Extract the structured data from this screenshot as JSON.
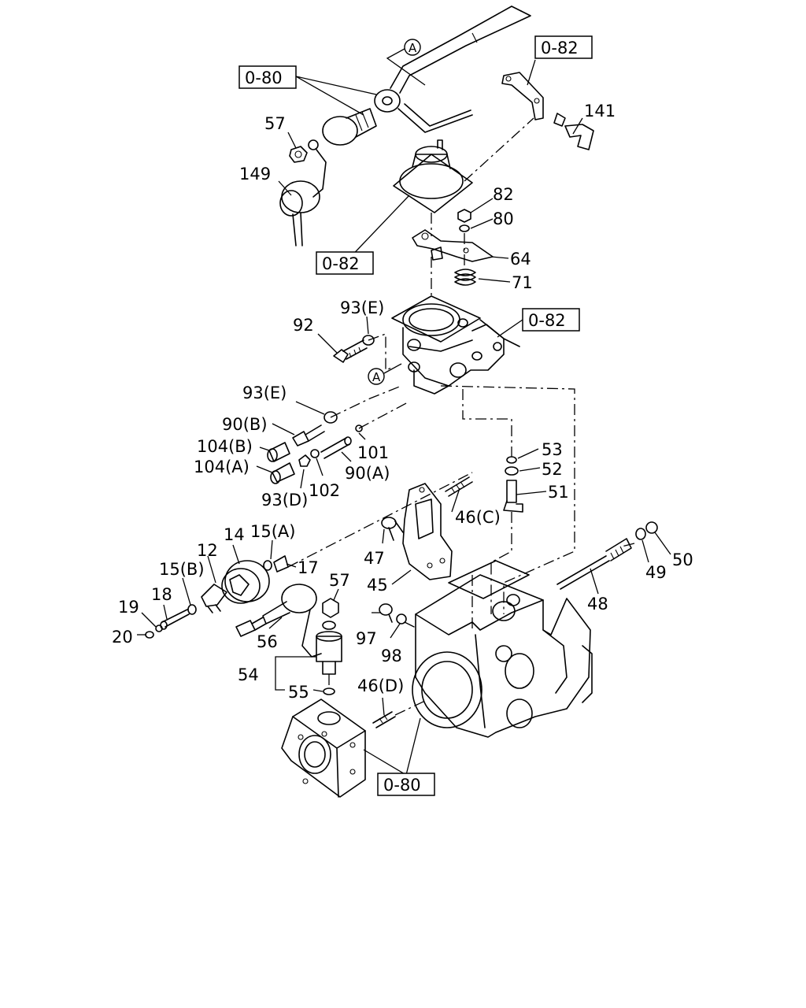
{
  "labels": [
    {
      "text": "57"
    },
    {
      "text": "149"
    },
    {
      "text": "141"
    },
    {
      "text": "82"
    },
    {
      "text": "80"
    },
    {
      "text": "64"
    },
    {
      "text": "71"
    },
    {
      "text": "92"
    },
    {
      "text": "93(E)"
    },
    {
      "text": "93(E)"
    },
    {
      "text": "90(B)"
    },
    {
      "text": "104(B)"
    },
    {
      "text": "104(A)"
    },
    {
      "text": "101"
    },
    {
      "text": "90(A)"
    },
    {
      "text": "93(D)"
    },
    {
      "text": "102"
    },
    {
      "text": "53"
    },
    {
      "text": "52"
    },
    {
      "text": "51"
    },
    {
      "text": "46(C)"
    },
    {
      "text": "47"
    },
    {
      "text": "45"
    },
    {
      "text": "14"
    },
    {
      "text": "15(A)"
    },
    {
      "text": "12"
    },
    {
      "text": "15(B)"
    },
    {
      "text": "17"
    },
    {
      "text": "18"
    },
    {
      "text": "19"
    },
    {
      "text": "20"
    },
    {
      "text": "57"
    },
    {
      "text": "56"
    },
    {
      "text": "54"
    },
    {
      "text": "55"
    },
    {
      "text": "97"
    },
    {
      "text": "98"
    },
    {
      "text": "46(D)"
    },
    {
      "text": "49"
    },
    {
      "text": "50"
    },
    {
      "text": "48"
    }
  ],
  "refs": [
    {
      "text": "0-80"
    },
    {
      "text": "0-82"
    },
    {
      "text": "0-82"
    },
    {
      "text": "0-82"
    },
    {
      "text": "0-80"
    }
  ],
  "callouts": [
    {
      "text": "A"
    },
    {
      "text": "A"
    }
  ]
}
